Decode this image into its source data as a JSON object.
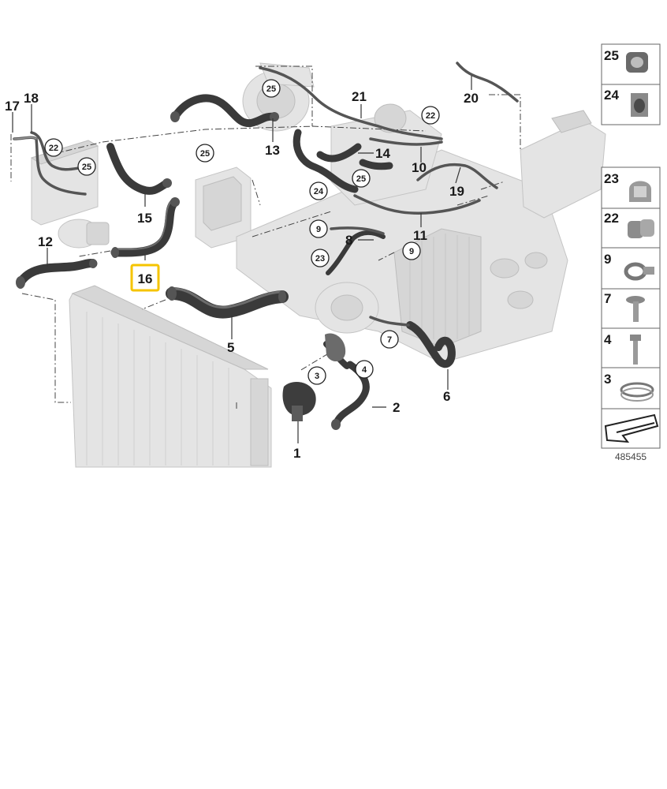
{
  "diagram": {
    "part_labels": {
      "p1": "1",
      "p2": "2",
      "p5": "5",
      "p6": "6",
      "p8": "8",
      "p10": "10",
      "p11": "11",
      "p12": "12",
      "p13": "13",
      "p14": "14",
      "p15": "15",
      "p16": "16",
      "p17": "17",
      "p18": "18",
      "p19": "19",
      "p20": "20",
      "p21": "21"
    },
    "circled_labels": {
      "c22a": "22",
      "c22b": "22",
      "c25a": "25",
      "c25b": "25",
      "c25c": "25",
      "c25d": "25",
      "c24": "24",
      "c23": "23",
      "c9a": "9",
      "c9b": "9",
      "c7": "7",
      "c3": "3",
      "c4": "4"
    },
    "highlighted_part": "16",
    "highlight_color": "#f5c400"
  },
  "legend": {
    "items_top": [
      {
        "number": "25",
        "icon": "quick-connector-icon"
      },
      {
        "number": "24",
        "icon": "retaining-clip-icon"
      }
    ],
    "items": [
      {
        "number": "23",
        "icon": "hose-clip-icon"
      },
      {
        "number": "22",
        "icon": "double-clip-icon"
      },
      {
        "number": "9",
        "icon": "hose-clamp-icon"
      },
      {
        "number": "7",
        "icon": "collar-screw-icon"
      },
      {
        "number": "4",
        "icon": "bolt-icon"
      },
      {
        "number": "3",
        "icon": "spring-clamp-icon"
      }
    ],
    "arrow_icon": "reference-arrow-icon",
    "reference_number": "485455"
  }
}
